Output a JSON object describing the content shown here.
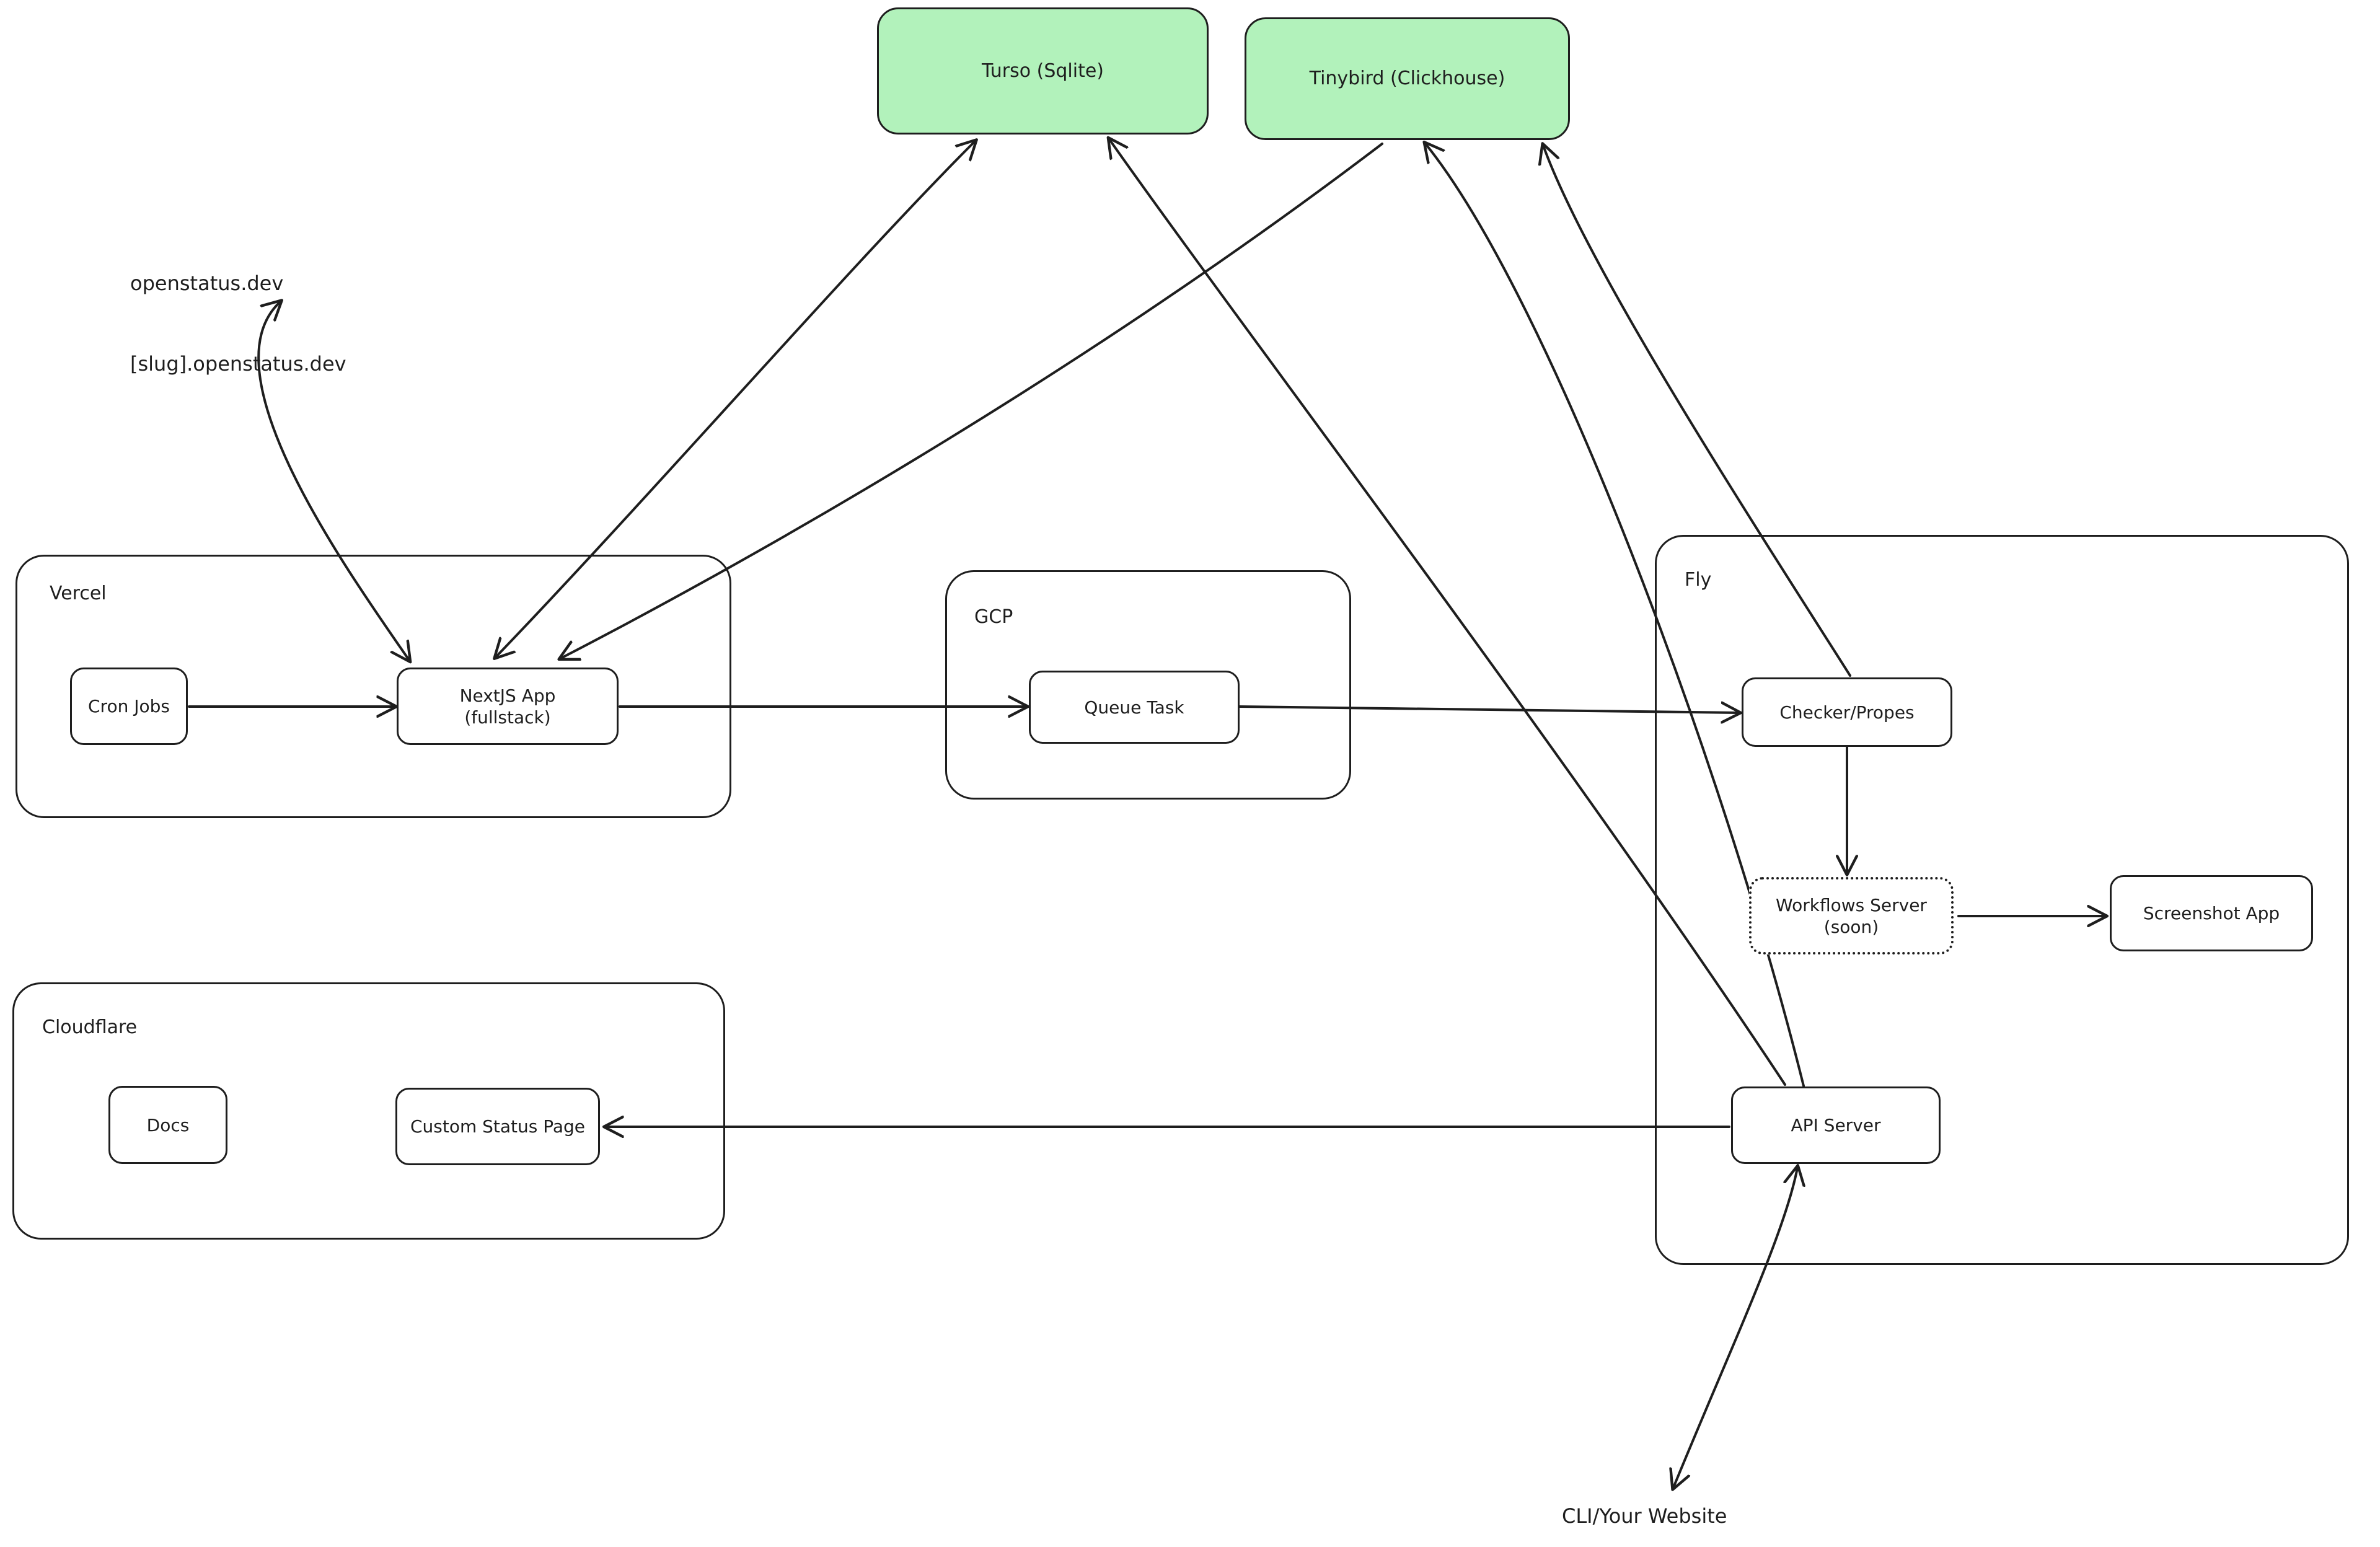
{
  "diagram": {
    "title": "OpenStatus infrastructure architecture",
    "background": "#ffffff",
    "stroke_color": "#1e1e1e",
    "accent_green": "#b2f2bb"
  },
  "free_labels": [
    {
      "id": "domains",
      "line1": "openstatus.dev",
      "line2": "[slug].openstatus.dev"
    },
    {
      "id": "client",
      "text": "CLI/Your Website"
    }
  ],
  "datastores": [
    {
      "id": "turso",
      "label": "Turso (Sqlite)",
      "color": "#b2f2bb"
    },
    {
      "id": "tinybird",
      "label": "Tinybird (Clickhouse)",
      "color": "#b2f2bb"
    }
  ],
  "groups": [
    {
      "id": "vercel",
      "label": "Vercel",
      "nodes": [
        {
          "id": "cron-jobs",
          "label": "Cron Jobs",
          "style": "solid"
        },
        {
          "id": "nextjs-app",
          "label": "NextJS App\n(fullstack)",
          "line1": "NextJS App",
          "line2": "(fullstack)",
          "style": "solid"
        }
      ]
    },
    {
      "id": "gcp",
      "label": "GCP",
      "nodes": [
        {
          "id": "queue-task",
          "label": "Queue Task",
          "style": "solid"
        }
      ]
    },
    {
      "id": "fly",
      "label": "Fly",
      "nodes": [
        {
          "id": "checker-propes",
          "label": "Checker/Propes",
          "style": "solid"
        },
        {
          "id": "workflows-server",
          "label": "Workflows Server\n(soon)",
          "line1": "Workflows Server",
          "line2": "(soon)",
          "style": "dotted"
        },
        {
          "id": "screenshot-app",
          "label": "Screenshot App",
          "style": "solid"
        },
        {
          "id": "api-server",
          "label": "API Server",
          "style": "solid"
        }
      ]
    },
    {
      "id": "cloudflare",
      "label": "Cloudflare",
      "nodes": [
        {
          "id": "docs",
          "label": "Docs",
          "style": "solid"
        },
        {
          "id": "custom-status-page",
          "label": "Custom Status Page",
          "style": "solid"
        }
      ]
    }
  ],
  "connections": [
    {
      "from": "domains",
      "to": "nextjs-app",
      "direction": "both"
    },
    {
      "from": "nextjs-app",
      "to": "turso",
      "direction": "both"
    },
    {
      "from": "api-server",
      "to": "turso",
      "direction": "to"
    },
    {
      "from": "api-server",
      "to": "tinybird",
      "direction": "to"
    },
    {
      "from": "checker-propes",
      "to": "tinybird",
      "direction": "to"
    },
    {
      "from": "tinybird",
      "to": "nextjs-app",
      "direction": "to"
    },
    {
      "from": "cron-jobs",
      "to": "nextjs-app",
      "direction": "to"
    },
    {
      "from": "nextjs-app",
      "to": "queue-task",
      "direction": "to"
    },
    {
      "from": "queue-task",
      "to": "checker-propes",
      "direction": "to"
    },
    {
      "from": "checker-propes",
      "to": "workflows-server",
      "direction": "to"
    },
    {
      "from": "workflows-server",
      "to": "screenshot-app",
      "direction": "to"
    },
    {
      "from": "api-server",
      "to": "custom-status-page",
      "direction": "to"
    },
    {
      "from": "client",
      "to": "api-server",
      "direction": "both"
    }
  ]
}
